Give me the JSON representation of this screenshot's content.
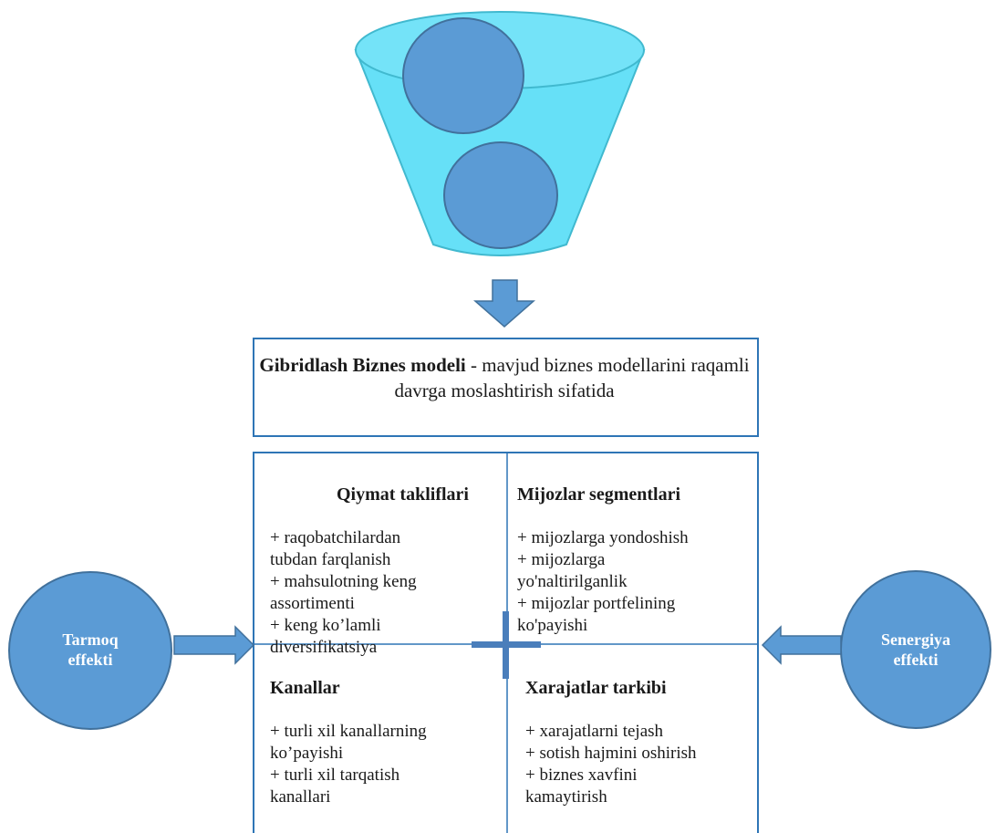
{
  "colors": {
    "blue": "#5b9bd5",
    "blue_dark": "#41719c",
    "cyan": "#66e0f7",
    "cyan_dark": "#41b9cf"
  },
  "model": {
    "title_bold": "Gibridlash Biznes modeli",
    "title_rest": " - mavjud biznes modellarini raqamli davrga moslashtirish sifatida"
  },
  "quadrants": {
    "top_left": {
      "heading": "Qiymat takliflari",
      "body": "+ raqobatchilardan\ntubdan farqlanish\n+ mahsulotning keng\nassortimenti\n+ keng ko’lamli\ndiversifikatsiya"
    },
    "top_right": {
      "heading": "Mijozlar segmentlari",
      "body": "+ mijozlarga yondoshish\n+ mijozlarga\nyo'naltirilganlik\n+ mijozlar portfelining\nko'payishi"
    },
    "bottom_left": {
      "heading": "Kanallar",
      "body": "+ turli xil kanallarning\nko’payishi\n+ turli xil tarqatish\nkanallari"
    },
    "bottom_right": {
      "heading": "Xarajatlar tarkibi",
      "body": "+ xarajatlarni tejash\n+ sotish hajmini oshirish\n+ biznes xavfini\nkamaytirish"
    }
  },
  "left_circle": {
    "label": "Tarmoq\neffekti"
  },
  "right_circle": {
    "label": "Senergiya\neffekti"
  }
}
